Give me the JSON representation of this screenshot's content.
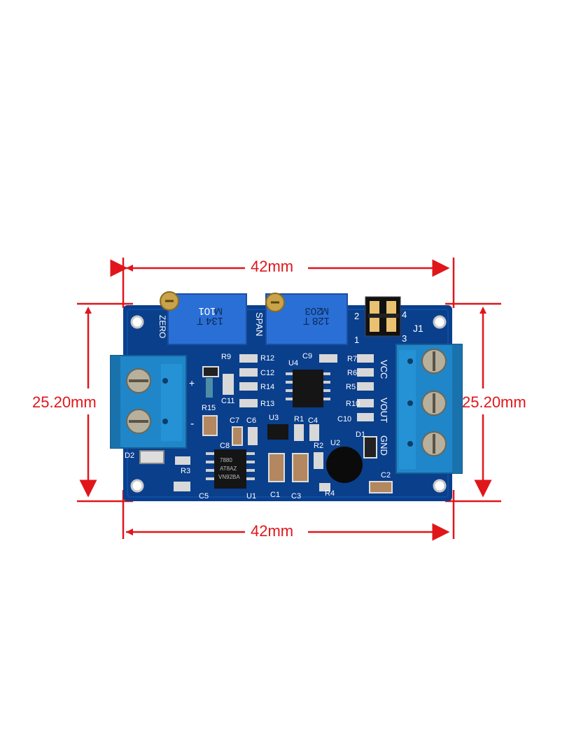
{
  "dimensions": {
    "top_width": "42mm",
    "bottom_width": "42mm",
    "left_height": "25.20mm",
    "right_height": "25.20mm"
  },
  "board": {
    "labels": {
      "zero": "ZERO",
      "span": "SPAN",
      "pot1_code": "101",
      "pot1_line2": "M",
      "pot1_line3": "134 T",
      "pot2_code": "203",
      "pot2_line2": "M",
      "pot2_line3": "128 T",
      "j1": "J1",
      "j1_pin2": "2",
      "j1_pin4": "4",
      "j1_pin1": "1",
      "j1_pin3": "3",
      "vcc": "VCC",
      "vout": "VOUT",
      "gnd": "GND",
      "plus": "+",
      "minus": "-",
      "r9": "R9",
      "r12": "R12",
      "c9": "C9",
      "u4": "U4",
      "c12": "C12",
      "r14": "R14",
      "r13": "R13",
      "r7": "R7",
      "r6": "R6",
      "r5": "R5",
      "r10": "R10",
      "c10": "C10",
      "c11": "C11",
      "r15": "R15",
      "c7": "C7",
      "c6": "C6",
      "u3": "U3",
      "r1": "R1",
      "c4": "C4",
      "c8": "C8",
      "r2": "R2",
      "u2": "U2",
      "d1": "D1",
      "d2": "D2",
      "r3": "R3",
      "c5": "C5",
      "u1": "U1",
      "c1": "C1",
      "c3": "C3",
      "r4": "R4",
      "c2": "C2",
      "chip_u1_line1": "7880",
      "chip_u1_line2": "AT8AZ",
      "chip_u1_line3": "VN92BA"
    },
    "colors": {
      "pcb": "#0a3f8c",
      "terminal": "#1f86c9",
      "pot": "#2a6fd6",
      "dimension": "#e0161b"
    }
  }
}
